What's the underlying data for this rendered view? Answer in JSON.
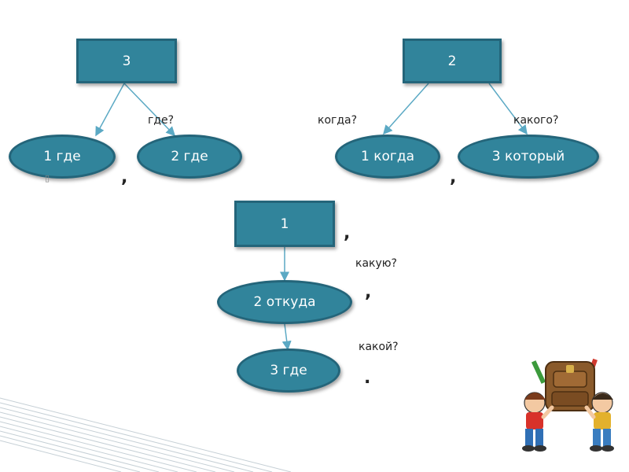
{
  "colors": {
    "node_fill": "#31849b",
    "node_border": "#24657a",
    "connector": "#5ba9c4"
  },
  "schemes": [
    {
      "main": "3",
      "children": [
        "1 где",
        "2 где"
      ],
      "questions": [
        "где?"
      ],
      "punct": [
        ","
      ]
    },
    {
      "main": "2",
      "children": [
        "1 когда",
        "3 который"
      ],
      "questions": [
        "когда?",
        "какого?"
      ],
      "punct": [
        ","
      ]
    },
    {
      "main": "1",
      "children": [
        "2 откуда",
        "3 где"
      ],
      "questions": [
        "какую?",
        "какой?"
      ],
      "punct": [
        ",",
        ",",
        "."
      ]
    }
  ],
  "decor": {
    "bullet_glyph": "▯",
    "illustration": "kids-with-backpack-icon"
  }
}
